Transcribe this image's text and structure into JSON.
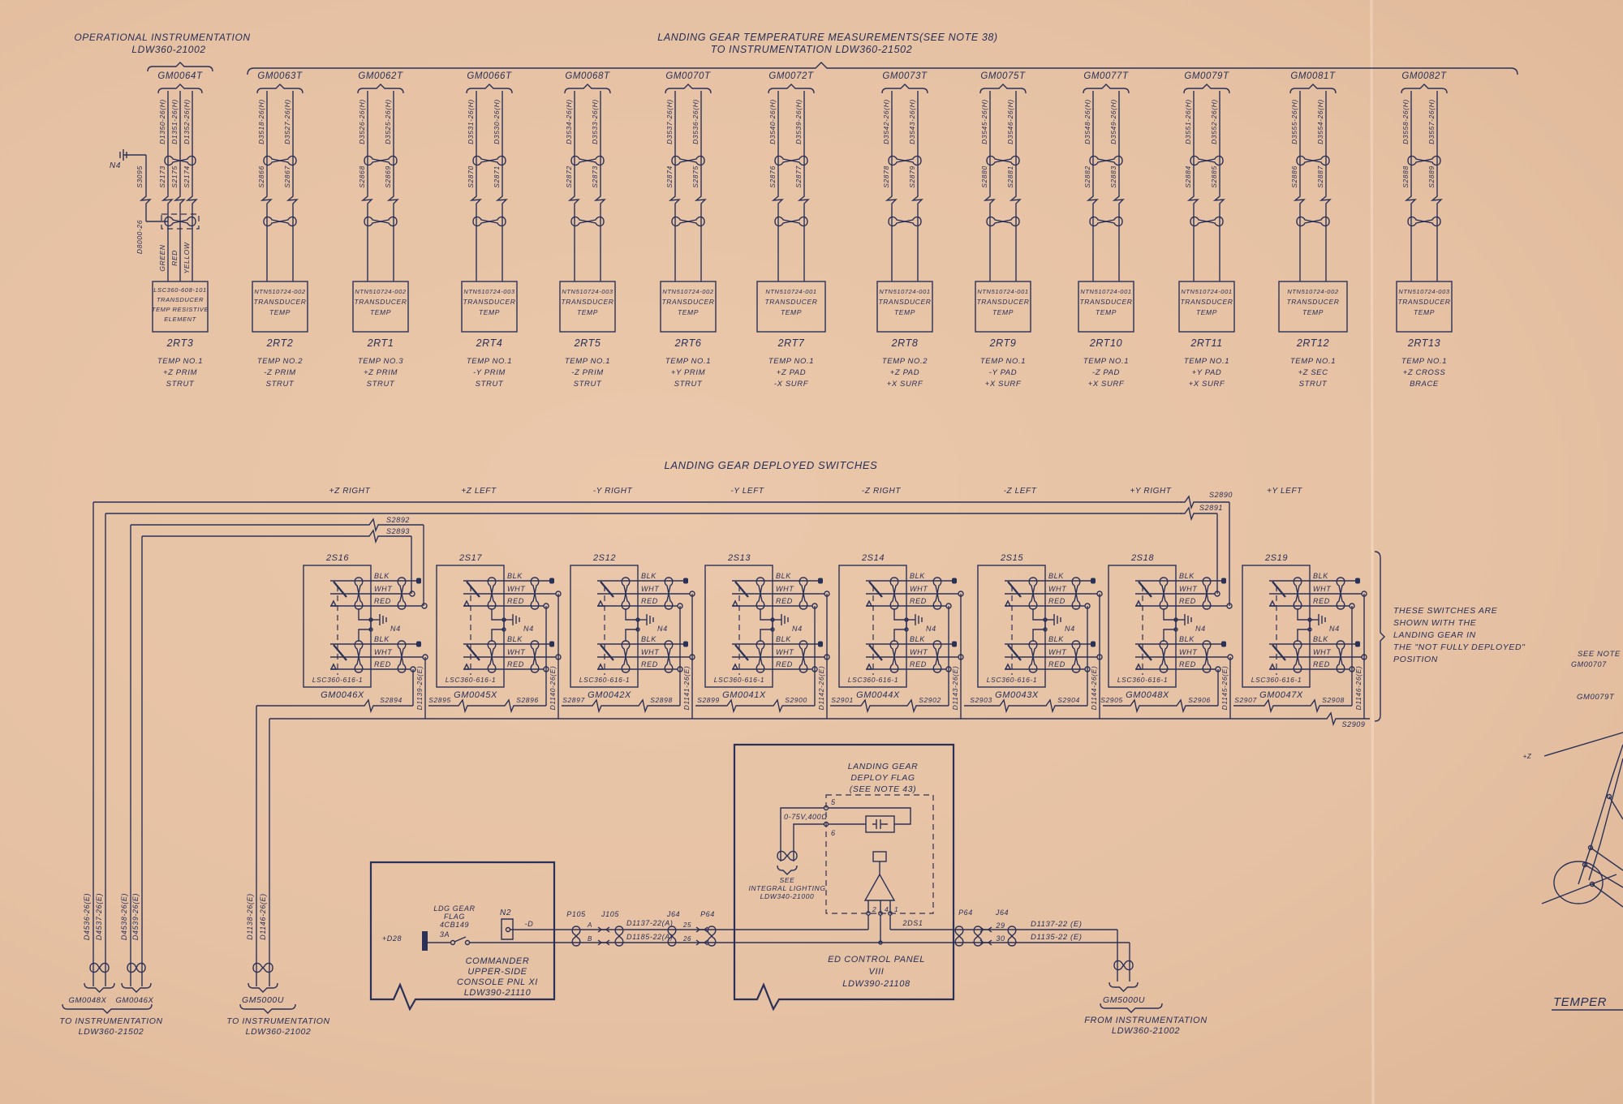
{
  "header": {
    "left_title": "OPERATIONAL INSTRUMENTATION",
    "left_ref": "LDW360-21002",
    "title": "LANDING GEAR TEMPERATURE MEASUREMENTS(SEE NOTE 38)",
    "subtitle": "TO INSTRUMENTATION LDW360-21502"
  },
  "sensor_common": {
    "line1": "TRANSDUCER",
    "line2": "TEMP"
  },
  "gm0064t_extras": {
    "ground": "N4",
    "splice": "S3095",
    "drain": "D8000-26",
    "colors": [
      "GREEN",
      "RED",
      "YELLOW"
    ],
    "part_lines": [
      "LSC360-608-101",
      "TRANSDUCER",
      "TEMP RESISTIVE",
      "ELEMENT"
    ]
  },
  "sensors": [
    {
      "channel": "GM0064T",
      "wires": [
        "D1350-26(H)",
        "D1351-26(H)",
        "D1352-26(H)"
      ],
      "splices": [
        "S2173",
        "S2175",
        "S2174"
      ],
      "part": "",
      "ref": "2RT3",
      "desc": [
        "TEMP NO.1",
        "+Z PRIM",
        "STRUT"
      ]
    },
    {
      "channel": "GM0063T",
      "wires": [
        "D3518-26(H)",
        "D3527-26(H)"
      ],
      "splices": [
        "S2866",
        "S2867"
      ],
      "part": "NTN510724-002",
      "ref": "2RT2",
      "desc": [
        "TEMP NO.2",
        "-Z PRIM",
        "STRUT"
      ]
    },
    {
      "channel": "GM0062T",
      "wires": [
        "D3526-26(H)",
        "D3525-26(H)"
      ],
      "splices": [
        "S2868",
        "S2869"
      ],
      "part": "NTN510724-002",
      "ref": "2RT1",
      "desc": [
        "TEMP NO.3",
        "+Z PRIM",
        "STRUT"
      ]
    },
    {
      "channel": "GM0066T",
      "wires": [
        "D3531-26(H)",
        "D3530-26(H)"
      ],
      "splices": [
        "S2870",
        "S2871"
      ],
      "part": "NTN510724-003",
      "ref": "2RT4",
      "desc": [
        "TEMP NO.1",
        "-Y PRIM",
        "STRUT"
      ]
    },
    {
      "channel": "GM0068T",
      "wires": [
        "D3534-26(H)",
        "D3533-26(H)"
      ],
      "splices": [
        "S2872",
        "S2873"
      ],
      "part": "NTN510724-003",
      "ref": "2RT5",
      "desc": [
        "TEMP NO.1",
        "-Z PRIM",
        "STRUT"
      ]
    },
    {
      "channel": "GM0070T",
      "wires": [
        "D3537-26(H)",
        "D3536-26(H)"
      ],
      "splices": [
        "S2874",
        "S2875"
      ],
      "part": "NTN510724-002",
      "ref": "2RT6",
      "desc": [
        "TEMP NO.1",
        "+Y PRIM",
        "STRUT"
      ]
    },
    {
      "channel": "GM0072T",
      "wires": [
        "D3540-26(H)",
        "D3539-26(H)"
      ],
      "splices": [
        "S2876",
        "S2877"
      ],
      "part": "NTN510724-001",
      "ref": "2RT7",
      "desc": [
        "TEMP NO.1",
        "+Z PAD",
        "-X SURF"
      ]
    },
    {
      "channel": "GM0073T",
      "wires": [
        "D3542-26(H)",
        "D3543-26(H)"
      ],
      "splices": [
        "S2878",
        "S2879"
      ],
      "part": "NTN510724-001",
      "ref": "2RT8",
      "desc": [
        "TEMP NO.2",
        "+Z PAD",
        "+X SURF"
      ]
    },
    {
      "channel": "GM0075T",
      "wires": [
        "D3545-26(H)",
        "D3546-26(H)"
      ],
      "splices": [
        "S2880",
        "S2881"
      ],
      "part": "NTN510724-001",
      "ref": "2RT9",
      "desc": [
        "TEMP NO.1",
        "-Y PAD",
        "+X SURF"
      ]
    },
    {
      "channel": "GM0077T",
      "wires": [
        "D3548-26(H)",
        "D3549-26(H)"
      ],
      "splices": [
        "S2882",
        "S2883"
      ],
      "part": "NTN510724-001",
      "ref": "2RT10",
      "desc": [
        "TEMP NO.1",
        "-Z PAD",
        "+X SURF"
      ]
    },
    {
      "channel": "GM0079T",
      "wires": [
        "D3551-26(H)",
        "D3552-26(H)"
      ],
      "splices": [
        "S2884",
        "S2885"
      ],
      "part": "NTN510724-001",
      "ref": "2RT11",
      "desc": [
        "TEMP NO.1",
        "+Y PAD",
        "+X SURF"
      ]
    },
    {
      "channel": "GM0081T",
      "wires": [
        "D3555-26(H)",
        "D3554-26(H)"
      ],
      "splices": [
        "S2886",
        "S2887"
      ],
      "part": "NTN510724-002",
      "ref": "2RT12",
      "desc": [
        "TEMP NO.1",
        "+Z SEC",
        "STRUT"
      ]
    },
    {
      "channel": "GM0082T",
      "wires": [
        "D3558-26(H)",
        "D3557-26(H)"
      ],
      "splices": [
        "S2888",
        "S2889"
      ],
      "part": "NTN510724-003",
      "ref": "2RT13",
      "desc": [
        "TEMP NO.1",
        "+Z CROSS",
        "BRACE"
      ]
    }
  ],
  "switch_section": {
    "title": "LANDING GEAR DEPLOYED SWITCHES",
    "bus_splices": [
      "S2890",
      "S2891",
      "S2892",
      "S2893"
    ],
    "wire_colors": [
      "BLK",
      "WHT",
      "RED"
    ],
    "part": "LSC360-616-1",
    "ground": "N4",
    "end_splice": "S2909",
    "note": [
      "THESE SWITCHES ARE",
      "SHOWN WITH THE",
      "LANDING GEAR IN",
      "THE \"NOT FULLY DEPLOYED\"",
      "POSITION"
    ]
  },
  "switches": [
    {
      "position": "+Z RIGHT",
      "ref": "2S16",
      "channel": "GM0046X",
      "out_wire": "D1139-26(E)",
      "splices": [
        "S2894"
      ]
    },
    {
      "position": "+Z LEFT",
      "ref": "2S17",
      "channel": "GM0045X",
      "out_wire": "D1140-26(E)",
      "splices": [
        "S2895",
        "S2896"
      ]
    },
    {
      "position": "-Y RIGHT",
      "ref": "2S12",
      "channel": "GM0042X",
      "out_wire": "D1141-26(E)",
      "splices": [
        "S2897",
        "S2898"
      ]
    },
    {
      "position": "-Y LEFT",
      "ref": "2S13",
      "channel": "GM0041X",
      "out_wire": "D1142-26(E)",
      "splices": [
        "S2899",
        "S2900"
      ]
    },
    {
      "position": "-Z RIGHT",
      "ref": "2S14",
      "channel": "GM0044X",
      "out_wire": "D1143-26(E)",
      "splices": [
        "S2901",
        "S2902"
      ]
    },
    {
      "position": "-Z LEFT",
      "ref": "2S15",
      "channel": "GM0043X",
      "out_wire": "D1144-26(E)",
      "splices": [
        "S2903",
        "S2904"
      ]
    },
    {
      "position": "+Y RIGHT",
      "ref": "2S18",
      "channel": "GM0048X",
      "out_wire": "D1145-26(E)",
      "splices": [
        "S2905",
        "S2906"
      ]
    },
    {
      "position": "+Y LEFT",
      "ref": "2S19",
      "channel": "GM0047X",
      "out_wire": "D1146-26(E)",
      "splices": [
        "S2907",
        "S2908"
      ]
    }
  ],
  "outputs": {
    "left": {
      "wires": [
        "D4536-26(E)",
        "D4537-26(E)",
        "D4538-26(E)",
        "D4539-26(E)"
      ],
      "channels": [
        "GM0048X",
        "GM0046X"
      ],
      "dest": "TO INSTRUMENTATION",
      "ref": "LDW360-21502"
    },
    "mid": {
      "wires": [
        "D1138-26(E)",
        "D1146-26(E)"
      ],
      "channel": "GM5000U",
      "dest": "TO INSTRUMENTATION",
      "ref": "LDW360-21002"
    }
  },
  "commander": {
    "flag_lines": [
      "LDG GEAR",
      "FLAG",
      "4CB149"
    ],
    "power": "+D28",
    "breaker": "3A",
    "node": "N2",
    "neg": "-D",
    "panel_lines": [
      "COMMANDER",
      "UPPER-SIDE",
      "CONSOLE PNL XI",
      "LDW390-21110"
    ],
    "connectors": [
      "P105",
      "J105",
      "J64",
      "P64"
    ],
    "pins": [
      "A",
      "B",
      "25",
      "26"
    ],
    "wires": [
      "D1137-22(A)",
      "D1185-22(A)"
    ]
  },
  "ed_panel": {
    "flag_lines": [
      "LANDING GEAR",
      "DEPLOY FLAG",
      "(SEE NOTE 43)"
    ],
    "pins": [
      "5",
      "6",
      "2",
      "4",
      "1"
    ],
    "rating": "0-75V,400Ω",
    "see_lines": [
      "SEE",
      "INTEGRAL LIGHTING",
      "LDW340-21000"
    ],
    "lamp_ref": "2DS1",
    "panel_lines": [
      "ED CONTROL PANEL",
      "VIII",
      "LDW390-21108"
    ]
  },
  "right_link": {
    "connectors": [
      "P64",
      "J64"
    ],
    "pins": [
      "29",
      "30"
    ],
    "wires": [
      "D1137-22 (E)",
      "D1135-22 (E)"
    ],
    "channel": "GM5000U",
    "dest": "FROM INSTRUMENTATION",
    "ref": "LDW360-21002"
  },
  "partial": {
    "see_note": "SEE NOTE",
    "ref1": "GM00707",
    "ref2": "GM0079T",
    "axis": "+Z",
    "title": "TEMPER"
  }
}
